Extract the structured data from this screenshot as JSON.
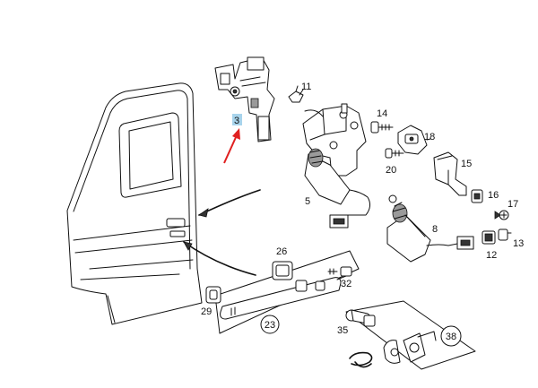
{
  "highlight_color": "#a8d4ec",
  "arrow_color": "#e02020",
  "callouts": {
    "c3": "3",
    "c5": "5",
    "c8": "8",
    "c11": "11",
    "c12": "12",
    "c13": "13",
    "c14": "14",
    "c15": "15",
    "c16": "16",
    "c17": "17",
    "c18": "18",
    "c20": "20",
    "c23": "23",
    "c26": "26",
    "c29": "29",
    "c32": "32",
    "c35": "35",
    "c38": "38"
  }
}
